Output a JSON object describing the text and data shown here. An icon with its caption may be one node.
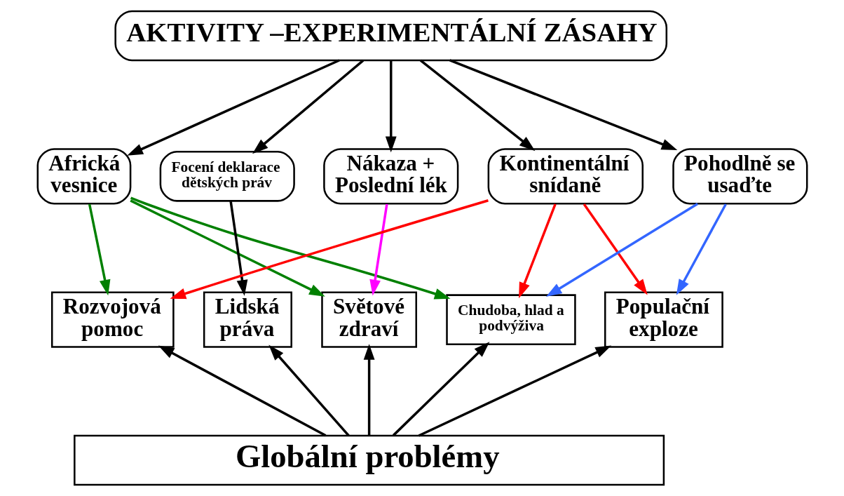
{
  "diagram": {
    "nodes": [
      {
        "text": [
          "AKTIVITY –EXPERIMENTÁLNÍ ZÁSAHY"
        ]
      },
      {
        "text": [
          "Africká vesnice"
        ]
      },
      {
        "text": [
          "Focení deklarace dětských práv"
        ]
      },
      {
        "text": [
          "Nákaza + Poslední lék"
        ]
      },
      {
        "text": [
          "Kontinentální snídaně"
        ]
      },
      {
        "text": [
          "Pohodlně se usaďte"
        ]
      },
      {
        "text": [
          "Rozvojová pomoc"
        ]
      },
      {
        "text": [
          "Lidská práva"
        ]
      },
      {
        "text": [
          "Světové zdraví"
        ]
      },
      {
        "text": [
          "Chudoba, hlad a podvýživa"
        ]
      },
      {
        "text": [
          "Populační exploze"
        ]
      },
      {
        "text": [
          "Globální problémy"
        ]
      }
    ],
    "edges": [
      {
        "from": 0,
        "to": 1,
        "arrow": "to"
      },
      {
        "from": 0,
        "to": 2,
        "arrow": "to"
      },
      {
        "from": 0,
        "to": 3,
        "arrow": "to"
      },
      {
        "from": 0,
        "to": 4,
        "arrow": "to"
      },
      {
        "from": 0,
        "to": 5,
        "arrow": "to"
      },
      {
        "from": 1,
        "to": 6,
        "arrow": "to",
        "color": "#008000"
      },
      {
        "from": 1,
        "to": 8,
        "arrow": "to",
        "color": "#008000"
      },
      {
        "from": 1,
        "to": 9,
        "arrow": "to",
        "color": "#008000"
      },
      {
        "from": 2,
        "to": 7,
        "arrow": "to"
      },
      {
        "from": 3,
        "to": 8,
        "arrow": "to",
        "color": "#ff00ff"
      },
      {
        "from": 4,
        "to": 6,
        "arrow": "to",
        "color": "#ff0000"
      },
      {
        "from": 4,
        "to": 9,
        "arrow": "to",
        "color": "#ff0000"
      },
      {
        "from": 4,
        "to": 10,
        "arrow": "to",
        "color": "#ff0000"
      },
      {
        "from": 5,
        "to": 9,
        "arrow": "to",
        "color": "#3366ff"
      },
      {
        "from": 5,
        "to": 10,
        "arrow": "to",
        "color": "#3366ff"
      },
      {
        "from": 11,
        "to": 6,
        "arrow": "to"
      },
      {
        "from": 11,
        "to": 7,
        "arrow": "to"
      },
      {
        "from": 11,
        "to": 8,
        "arrow": "to"
      },
      {
        "from": 11,
        "to": 9,
        "arrow": "to"
      },
      {
        "from": 11,
        "to": 10,
        "arrow": "to"
      }
    ]
  }
}
